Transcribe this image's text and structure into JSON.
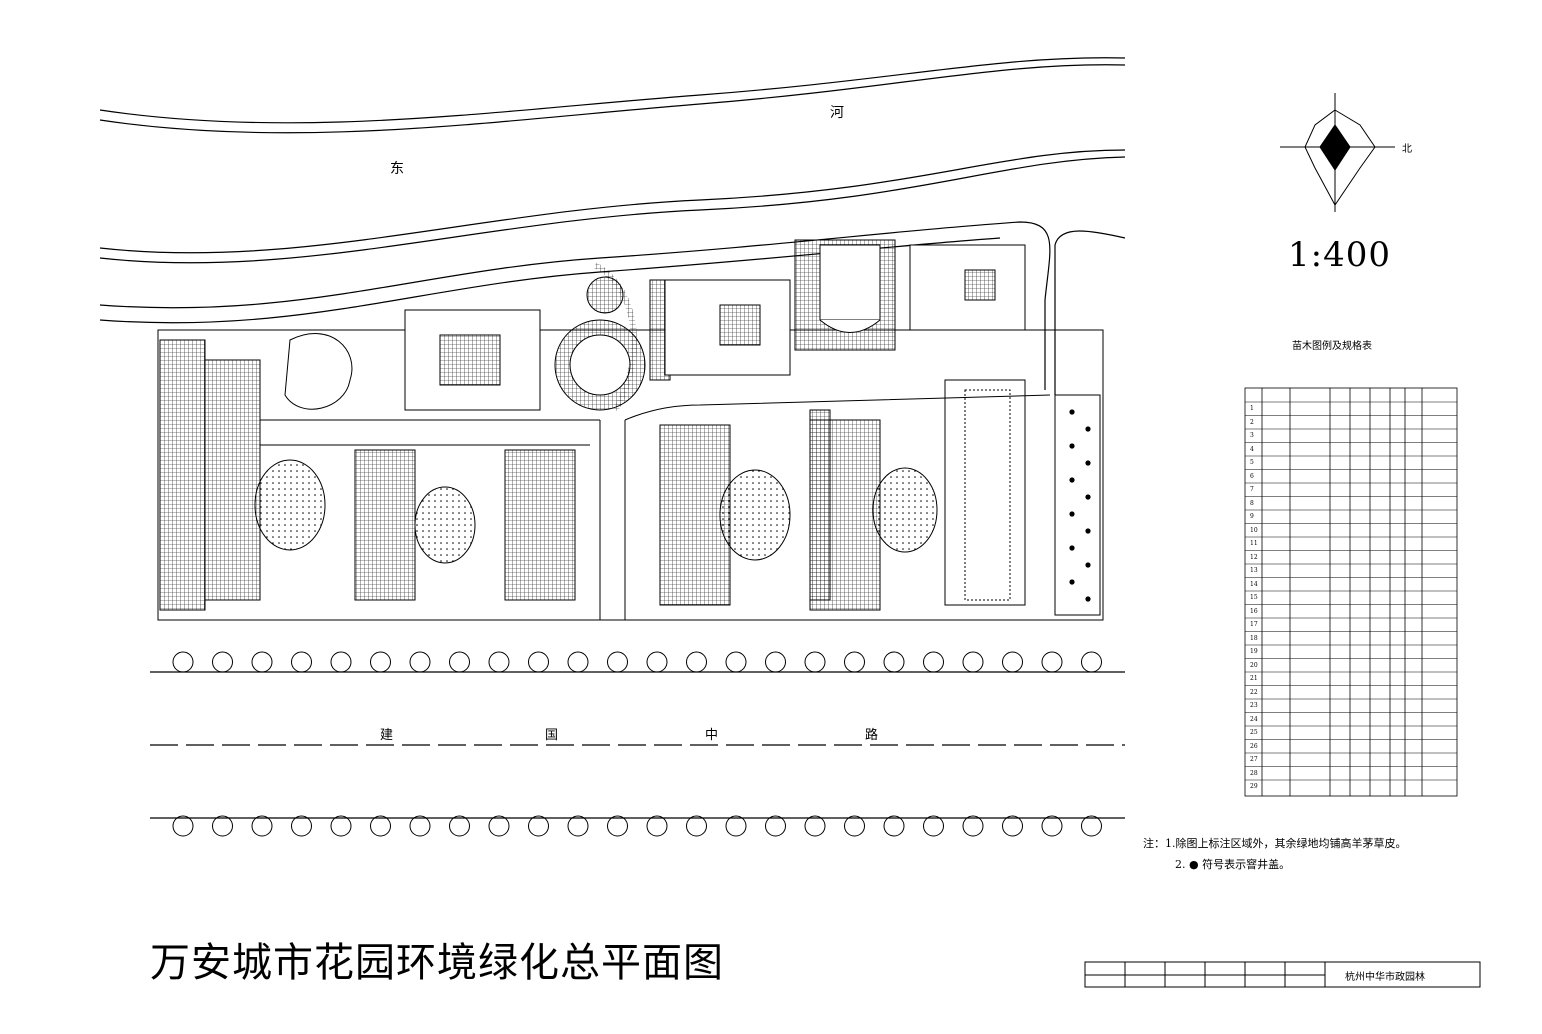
{
  "title": "万安城市花园环境绿化总平面图",
  "river": {
    "left_char": "东",
    "right_char": "河"
  },
  "road": {
    "chars": [
      "建",
      "国",
      "中",
      "路"
    ]
  },
  "scale_text": "1:400",
  "north_label": "北",
  "legend": {
    "title": "苗木图例及规格表",
    "row_numbers": [
      "1",
      "2",
      "3",
      "4",
      "5",
      "6",
      "7",
      "8",
      "9",
      "10",
      "11",
      "12",
      "13",
      "14",
      "15",
      "16",
      "17",
      "18",
      "19",
      "20",
      "21",
      "22",
      "23",
      "24",
      "25",
      "26",
      "27",
      "28",
      "29"
    ]
  },
  "notes": [
    "注：1.除图上标注区域外，其余绿地均铺高羊茅草皮。",
    "2. ● 符号表示窨井盖。"
  ],
  "title_block": {
    "company": "杭州中华市政园林"
  },
  "colors": {
    "line": "#000000",
    "background": "#ffffff"
  }
}
